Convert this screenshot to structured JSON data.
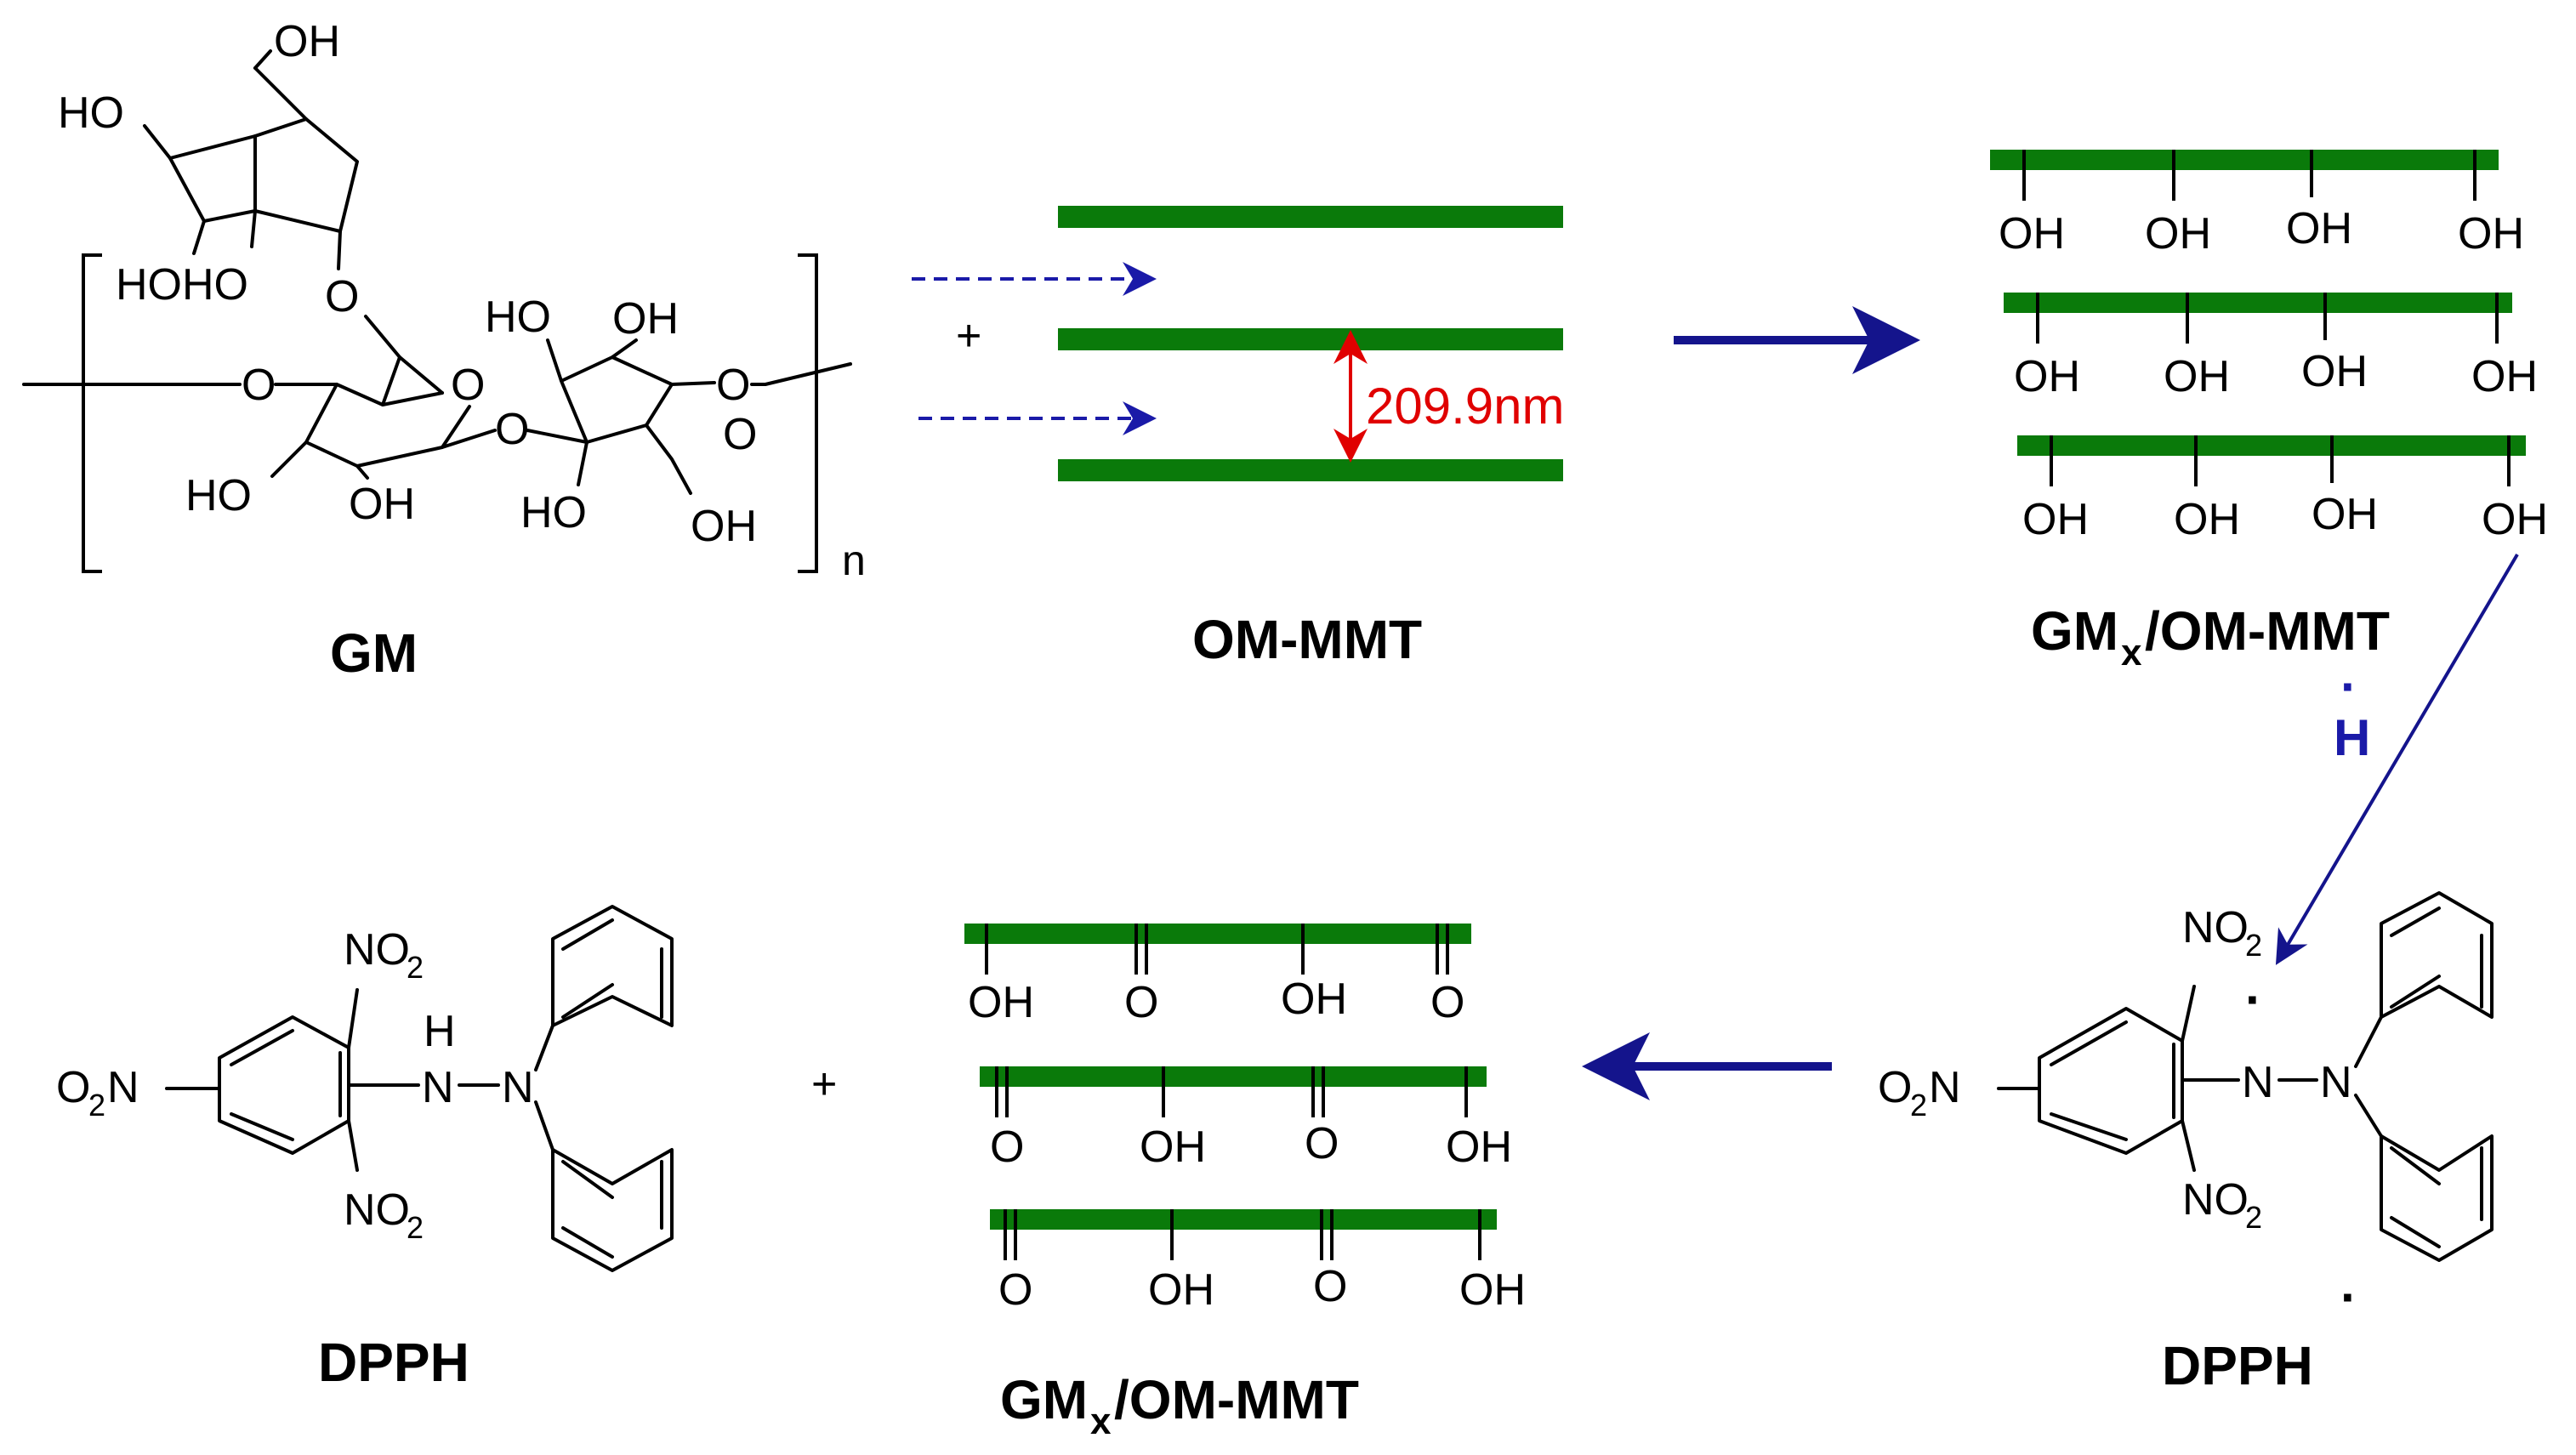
{
  "gm": {
    "label": "GM",
    "repeat_subscript": "n",
    "hydroxyl": "OH",
    "hydroxyl_left": "HO",
    "ho_pair": "HOHO",
    "ring_oxygen": "O"
  },
  "om_mmt": {
    "label": "OM-MMT",
    "spacing": "209.9nm",
    "plus": "+"
  },
  "gm_om_mmt_top": {
    "label_main": "GM",
    "label_sub": "x",
    "label_rest": "/OM-MMT",
    "hydroxyl": "OH"
  },
  "h_radical": {
    "text": "H",
    "dot": "·"
  },
  "dpph_radical": {
    "label": "DPPH",
    "dot": "·",
    "no2": "NO",
    "no2_sub": "2",
    "o2n": "O",
    "o2n_sub": "2",
    "o2n_rest": "N",
    "nitrogen": "N"
  },
  "gm_om_mmt_bottom": {
    "label_main": "GM",
    "label_sub": "x",
    "label_rest": "/OM-MMT",
    "hydroxyl": "OH",
    "carbonyl": "O",
    "plus": "+"
  },
  "dpph": {
    "label": "DPPH",
    "no2": "NO",
    "no2_sub": "2",
    "o2n": "O",
    "o2n_sub": "2",
    "o2n_rest": "N",
    "nh": "H",
    "nitrogen": "N"
  },
  "colors": {
    "layer": "#0a7a0a",
    "arrow": "#14148c",
    "spacing": "#e00000"
  }
}
